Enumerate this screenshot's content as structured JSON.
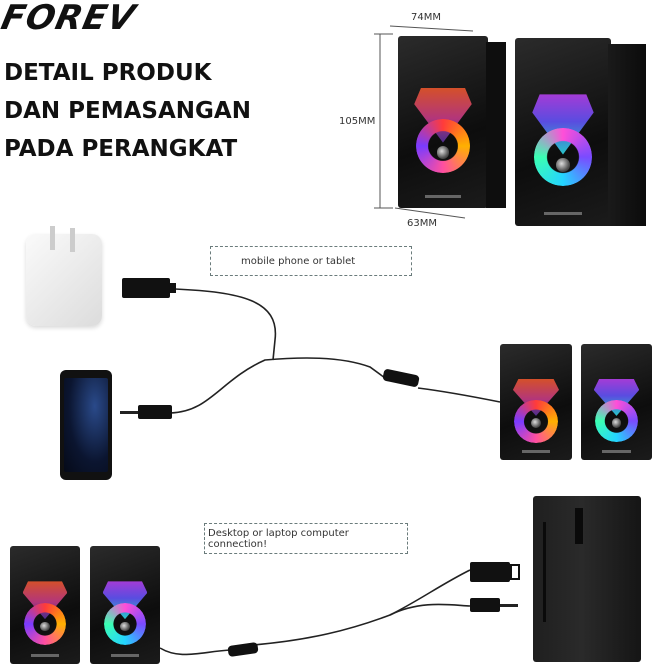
{
  "brand": {
    "logo_text": "FOREV"
  },
  "headline": {
    "lines": [
      "DETAIL PRODUK",
      "DAN PEMASANGAN",
      "PADA PERANGKAT"
    ]
  },
  "dimensions": {
    "width": "74MM",
    "height": "105MM",
    "depth": "63MM"
  },
  "diagrams": {
    "mobile": {
      "label": "mobile phone or tablet"
    },
    "desktop": {
      "label": "Desktop or laptop computer connection!"
    }
  },
  "colors": {
    "text": "#111111",
    "dash_border": "#6b7c7c",
    "speaker_body": "#151515"
  }
}
